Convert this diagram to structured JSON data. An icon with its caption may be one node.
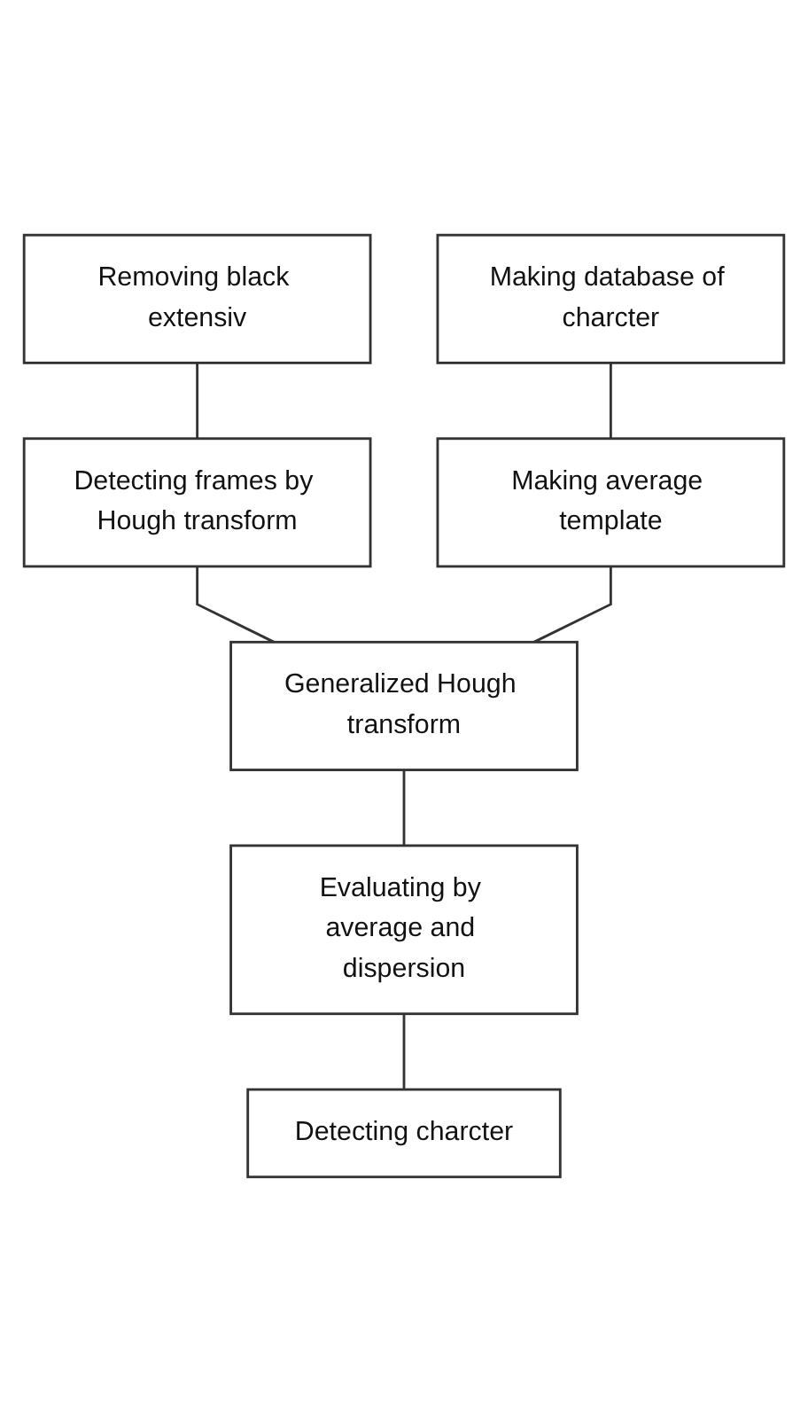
{
  "diagram": {
    "nodes": [
      {
        "text": [
          "Removing black extensiv"
        ]
      },
      {
        "text": [
          "Making database of charcter"
        ]
      },
      {
        "text": [
          "Detecting frames by Hough transform"
        ]
      },
      {
        "text": [
          "Making average template"
        ]
      },
      {
        "text": [
          "Generalized Hough transform"
        ]
      },
      {
        "text": [
          "Evaluating by average and dispersion"
        ]
      },
      {
        "text": [
          "Detecting charcter"
        ]
      }
    ],
    "edges": [
      {
        "from": 0,
        "to": 2,
        "arrow": "none"
      },
      {
        "from": 1,
        "to": 3,
        "arrow": "none"
      },
      {
        "from": 2,
        "to": 4,
        "arrow": "none"
      },
      {
        "from": 3,
        "to": 4,
        "arrow": "none"
      },
      {
        "from": 4,
        "to": 5,
        "arrow": "none"
      },
      {
        "from": 5,
        "to": 6,
        "arrow": "none"
      }
    ]
  }
}
